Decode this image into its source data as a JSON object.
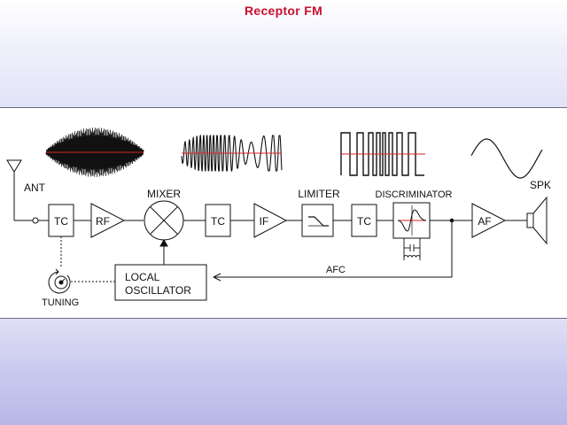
{
  "slide": {
    "title": "Receptor FM"
  },
  "diagram": {
    "labels": {
      "antenna": "ANT",
      "mixer": "MIXER",
      "limiter": "LIMITER",
      "discriminator": "DISCRIMINATOR",
      "speaker": "SPK",
      "tuning": "TUNING",
      "afc": "AFC"
    },
    "blocks": {
      "tc1": "TC",
      "rf": "RF",
      "tc2": "TC",
      "if_amp": "IF",
      "tc3": "TC",
      "af": "AF",
      "local_osc_line1": "LOCAL",
      "local_osc_line2": "OSCILLATOR"
    },
    "colors": {
      "title": "#c8102e",
      "signal_axis": "#dd2222",
      "line": "#111111"
    }
  }
}
